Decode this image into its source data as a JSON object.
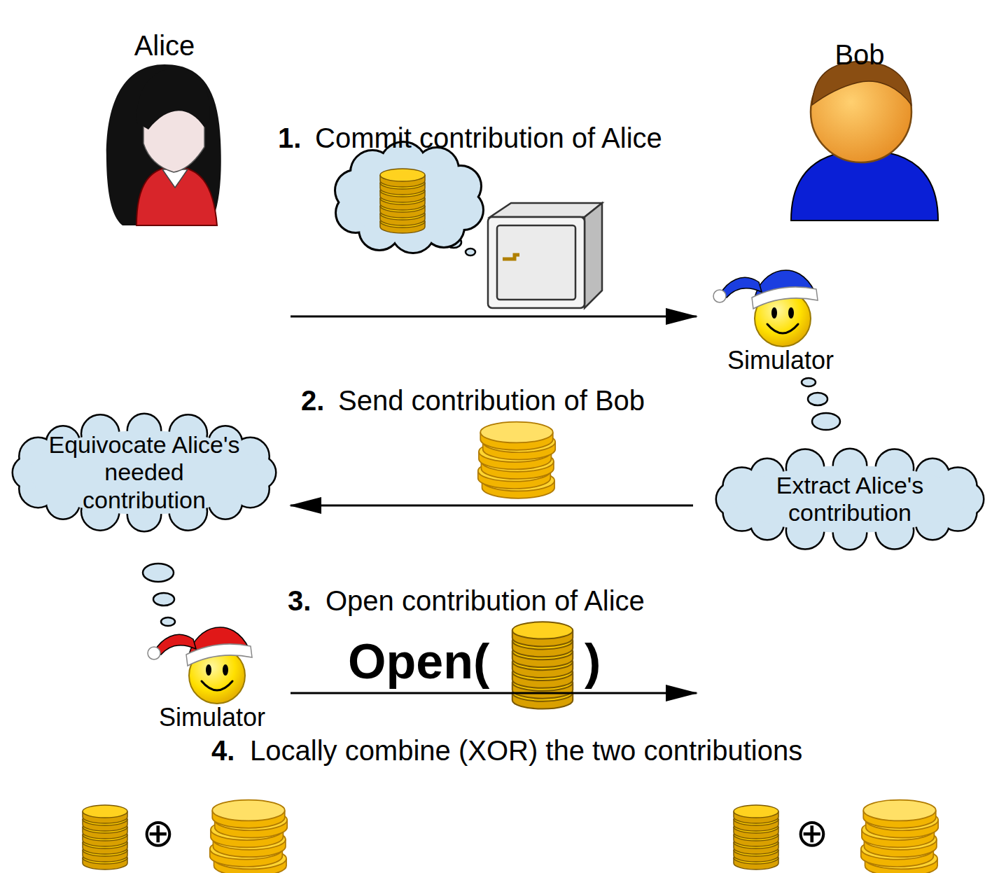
{
  "diagram": {
    "nodes": [
      {
        "text": [
          "Equivocate Alice's needed contribution"
        ]
      },
      {
        "text": [
          "Extract Alice's contribution"
        ]
      }
    ],
    "labels": [
      "Alice",
      "Bob",
      "1.",
      "Commit contribution of Alice",
      "Simulator",
      "2.",
      "Send contribution of Bob",
      "3.",
      "Open contribution of Alice",
      "Open(",
      ")",
      "Simulator",
      "4.",
      "Locally combine (XOR) the two contributions",
      "⊕",
      "⊕"
    ]
  }
}
